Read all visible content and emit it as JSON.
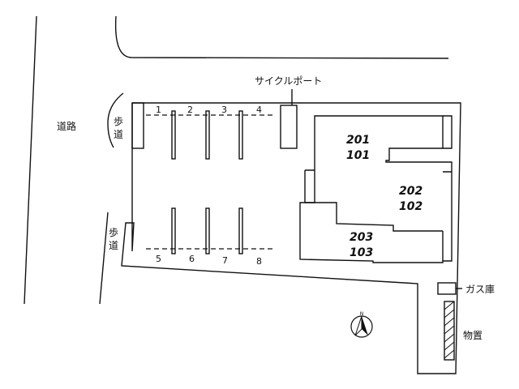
{
  "labels": {
    "road": "道路",
    "sidewalk_upper": [
      "歩",
      "道"
    ],
    "sidewalk_lower": [
      "歩",
      "道"
    ],
    "cycle_port": "サイクルポート",
    "gas_storage": "ガス庫",
    "storage": "物置"
  },
  "building": {
    "units_a": [
      "201",
      "101"
    ],
    "units_b": [
      "202",
      "102"
    ],
    "units_c": [
      "203",
      "103"
    ]
  },
  "parking": {
    "upper": [
      "1",
      "2",
      "3",
      "4"
    ],
    "lower": [
      "5",
      "6",
      "7",
      "8"
    ]
  },
  "colors": {
    "ink": "#111111",
    "background": "#ffffff"
  },
  "icons": {
    "north_arrow": "north-arrow-icon"
  }
}
